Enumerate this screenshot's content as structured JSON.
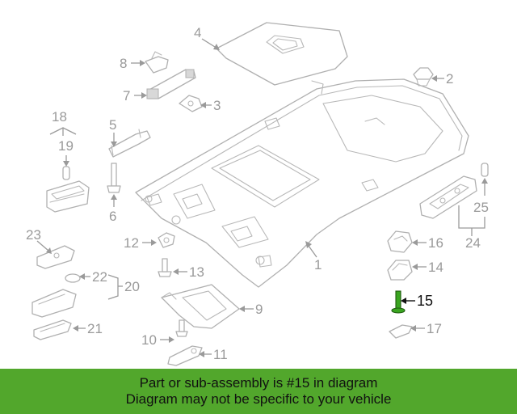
{
  "callouts": {
    "c1": "1",
    "c2": "2",
    "c3": "3",
    "c4": "4",
    "c5": "5",
    "c6": "6",
    "c7": "7",
    "c8": "8",
    "c9": "9",
    "c10": "10",
    "c11": "11",
    "c12": "12",
    "c13": "13",
    "c14": "14",
    "c15": "15",
    "c16": "16",
    "c17": "17",
    "c18": "18",
    "c19": "19",
    "c20": "20",
    "c21": "21",
    "c22": "22",
    "c23": "23",
    "c24": "24",
    "c25": "25"
  },
  "highlight": {
    "callout": "15",
    "color": "#3aa520"
  },
  "banner": {
    "line1": "Part or sub-assembly is #15 in diagram",
    "line2": "Diagram may not be specific to your vehicle",
    "color": "#52a72c"
  }
}
